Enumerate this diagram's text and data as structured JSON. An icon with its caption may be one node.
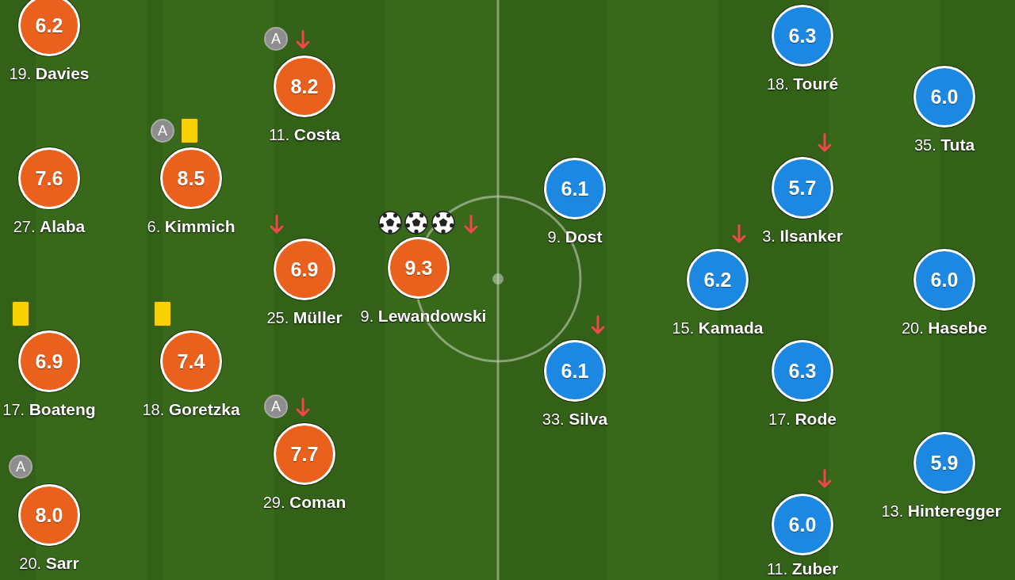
{
  "diagram": {
    "nodes": [
      {
        "text": [
          "6.2"
        ],
        "beside": [
          "19. **Davies**"
        ]
      },
      {
        "text": [
          "7.6"
        ],
        "beside": [
          "27. **Alaba**"
        ]
      },
      {
        "text": [
          "6.9"
        ],
        "beside": [
          "17. **Boateng**"
        ]
      },
      {
        "text": [
          "8.0"
        ],
        "beside": [
          "A",
          "20. **Sarr**"
        ]
      },
      {
        "text": [
          "8.5"
        ],
        "beside": [
          "A",
          "6. **Kimmich**"
        ]
      },
      {
        "text": [
          "7.4"
        ],
        "beside": [
          "18. **Goretzka**"
        ]
      },
      {
        "text": [
          "8.2"
        ],
        "beside": [
          "A",
          "11. **Costa**"
        ]
      },
      {
        "text": [
          "6.9"
        ],
        "beside": [
          "25. **Müller**"
        ]
      },
      {
        "text": [
          "7.7"
        ],
        "beside": [
          "A",
          "29. **Coman**"
        ]
      },
      {
        "text": [
          "9.3"
        ],
        "beside": [
          "9. **Lewandowski**"
        ]
      },
      {
        "text": [
          "6.1"
        ],
        "beside": [
          "9. **Dost**"
        ]
      },
      {
        "text": [
          "6.1"
        ],
        "beside": [
          "33. **Silva**"
        ]
      },
      {
        "text": [
          "6.2"
        ],
        "beside": [
          "15. **Kamada**"
        ]
      },
      {
        "text": [
          "6.3"
        ],
        "beside": [
          "18. **Touré**"
        ]
      },
      {
        "text": [
          "5.7"
        ],
        "beside": [
          "3. **Ilsanker**"
        ]
      },
      {
        "text": [
          "6.3"
        ],
        "beside": [
          "17. **Rode**"
        ]
      },
      {
        "text": [
          "6.0"
        ],
        "beside": [
          "11. **Zuber**"
        ]
      },
      {
        "text": [
          "6.0"
        ],
        "beside": [
          "35. **Tuta**"
        ]
      },
      {
        "text": [
          "6.0"
        ],
        "beside": [
          "20. **Hasebe**"
        ]
      },
      {
        "text": [
          "5.9"
        ],
        "beside": [
          "13. **Hinteregger**"
        ]
      }
    ]
  }
}
